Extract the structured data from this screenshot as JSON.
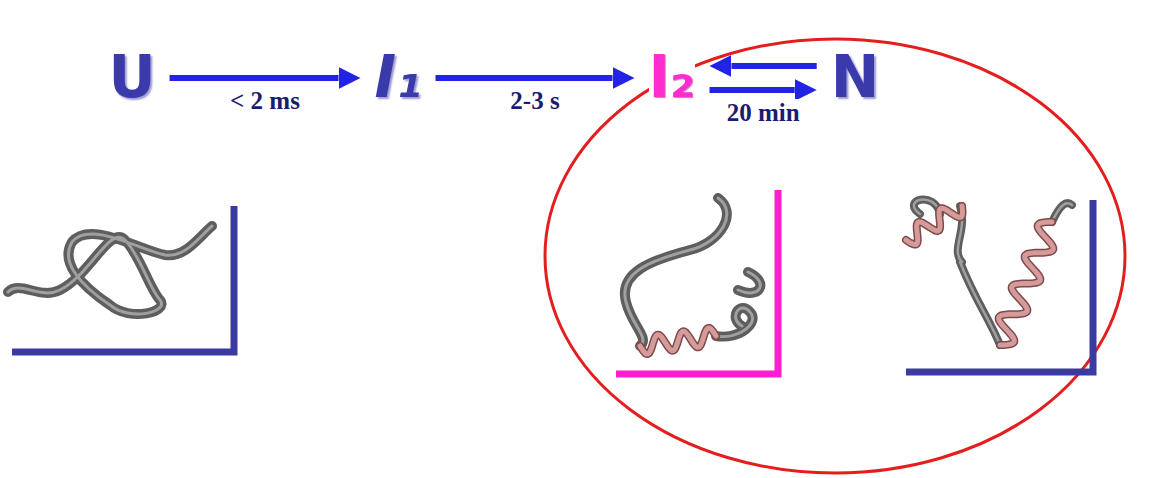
{
  "diagram": {
    "nodes": [
      {
        "text": [
          "U"
        ]
      },
      {
        "text": [
          "I₁"
        ]
      },
      {
        "text": [
          "I₂"
        ]
      },
      {
        "text": [
          "N"
        ]
      }
    ],
    "edges": [
      {
        "from": 0,
        "to": 1,
        "arrow": "to",
        "label": "< 2 ms"
      },
      {
        "from": 1,
        "to": 2,
        "arrow": "to",
        "label": "2-3 s"
      },
      {
        "from": 2,
        "to": 3,
        "arrow": "to",
        "label": "20 min"
      },
      {
        "from": 3,
        "to": 2,
        "arrow": "to"
      }
    ]
  }
}
